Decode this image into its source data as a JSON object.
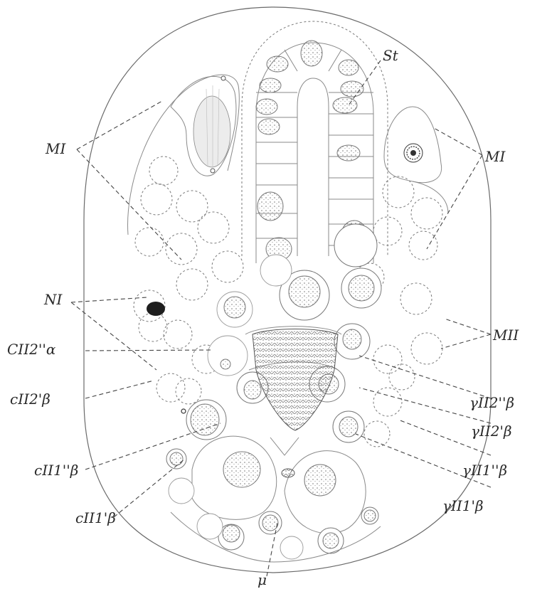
{
  "figure": {
    "labels": {
      "st": "St",
      "m1_left": "MI",
      "m1_right": "MI",
      "n1": "NI",
      "c2_2pp_alpha": "CII2''α",
      "c2_2p_beta": "cII2'β",
      "c2_1pp_beta": "cII1''β",
      "c2_1p_beta": "cII1'β",
      "m2": "MII",
      "g2_2pp_beta": "γII2''β",
      "g2_2p_beta": "γII2'β",
      "g2_1pp_beta": "γII1''β",
      "g2_1p_beta": "γII1'β",
      "mu": "μ"
    }
  }
}
